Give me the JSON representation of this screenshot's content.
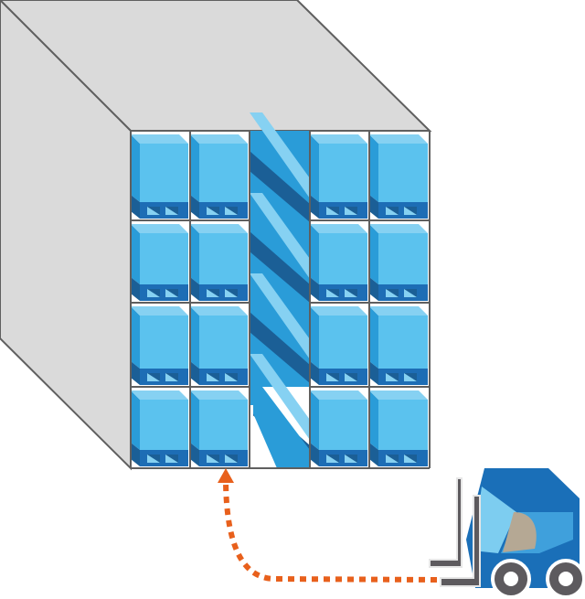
{
  "warehouse": {
    "rows": 4,
    "columns": 5,
    "aisle_column": 3
  },
  "colors": {
    "container_face": "#dadada",
    "container_stroke": "#5f5f5f",
    "box_light": "#5bc2ee",
    "box_top": "#86d1f2",
    "box_side": "#2a9cd8",
    "pallet": "#1d6db5",
    "shadow": "#1b5f96",
    "arrow": "#e8601c",
    "forklift_body": "#1a6fb8",
    "forklift_mast": "#5d5a5e",
    "seat": "#b5a894"
  }
}
